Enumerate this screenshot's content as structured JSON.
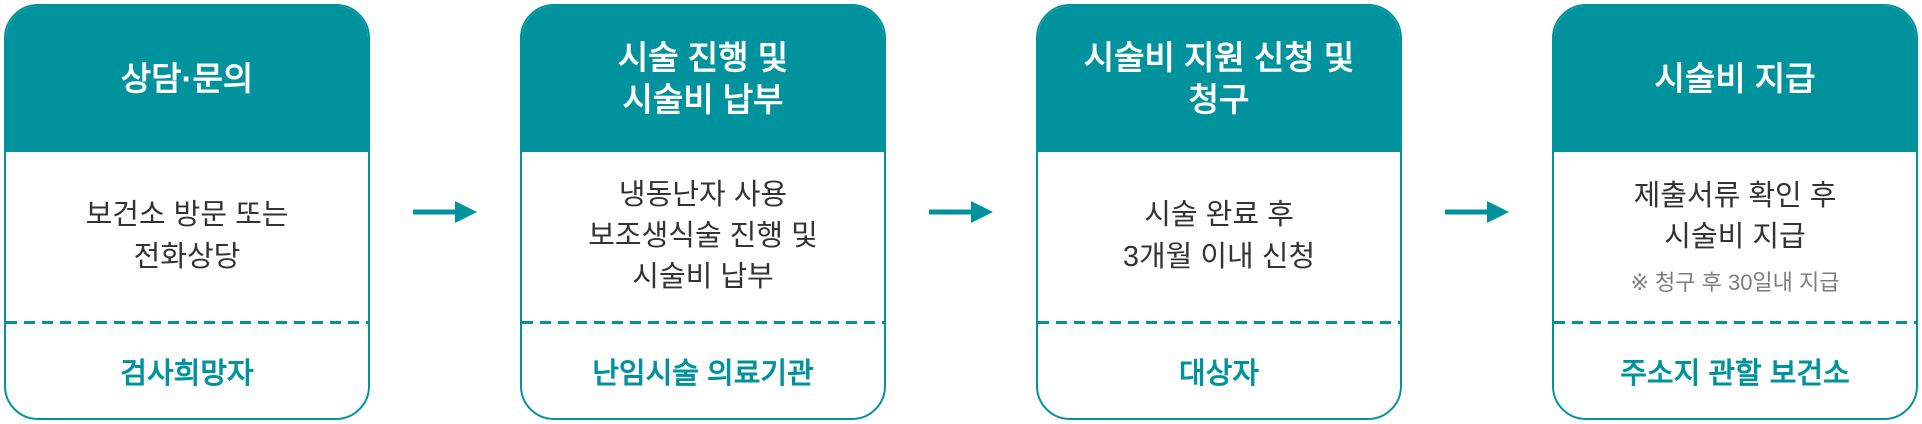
{
  "colors": {
    "accent": "#00939D",
    "body_text": "#333333",
    "note_text": "#7D7D7D",
    "header_text": "#FFFFFF",
    "background": "#FFFFFF"
  },
  "steps": [
    {
      "title": "상담·문의",
      "body": "보건소 방문 또는\n전화상당",
      "actor": "검사희망자"
    },
    {
      "title": "시술 진행 및\n시술비 납부",
      "body": "냉동난자 사용\n보조생식술 진행 및\n시술비 납부",
      "actor": "난임시술 의료기관"
    },
    {
      "title": "시술비 지원 신청 및\n청구",
      "body": "시술 완료 후\n3개월 이내 신청",
      "actor": "대상자"
    },
    {
      "title": "시술비 지급",
      "body": "제출서류 확인 후\n시술비 지급",
      "note": "※ 청구 후 30일내 지급",
      "actor": "주소지 관할 보건소"
    }
  ]
}
